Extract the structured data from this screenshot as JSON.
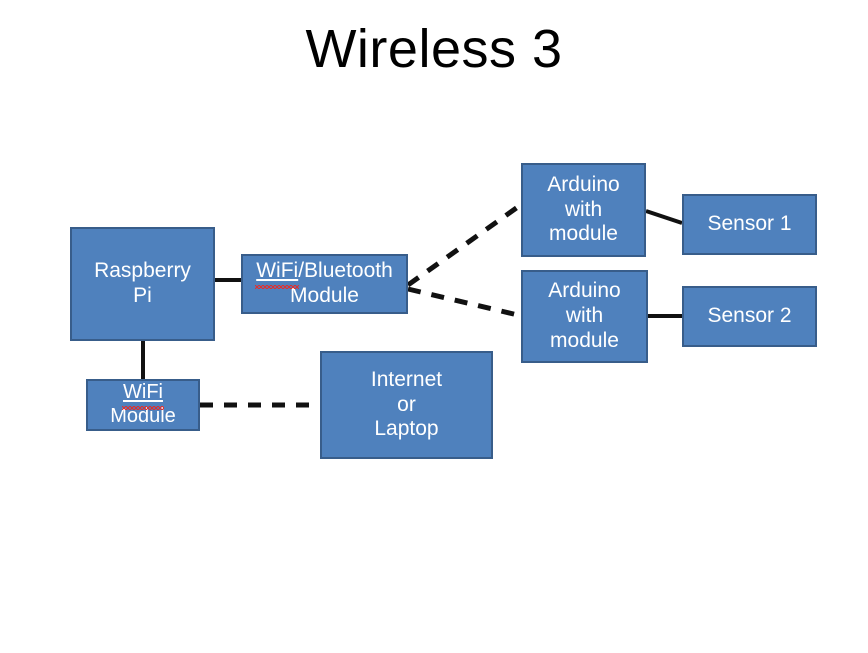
{
  "slide": {
    "title": "Wireless 3",
    "background_color": "#FFFFFF",
    "node_fill_color": "#4F81BD",
    "node_border_color": "#385D8A",
    "node_text_color": "#FFFFFF",
    "connector_color": "#111111",
    "spellcheck_color": "#E03030"
  },
  "nodes": {
    "raspberry_pi": {
      "label": "Raspberry\nPi"
    },
    "wifi_bluetooth_module": {
      "label_part1": "WiFi",
      "label_part2": "/Bluetooth\nModule"
    },
    "wifi_module": {
      "label_part1": "WiFi",
      "label_part2": "\nModule"
    },
    "internet_or_laptop": {
      "label": "Internet\nor\nLaptop"
    },
    "arduino_1": {
      "label": "Arduino\nwith\nmodule"
    },
    "arduino_2": {
      "label": "Arduino\nwith\nmodule"
    },
    "sensor_1": {
      "label": "Sensor 1"
    },
    "sensor_2": {
      "label": "Sensor 2"
    }
  },
  "connectors": [
    {
      "name": "raspberry-pi-to-wifi-bluetooth",
      "style": "solid"
    },
    {
      "name": "raspberry-pi-to-wifi-module",
      "style": "solid"
    },
    {
      "name": "wifi-module-to-internet-or-laptop",
      "style": "dashed"
    },
    {
      "name": "wifi-bluetooth-to-arduino-1",
      "style": "dashed"
    },
    {
      "name": "wifi-bluetooth-to-arduino-2",
      "style": "dashed"
    },
    {
      "name": "arduino-1-to-sensor-1",
      "style": "solid"
    },
    {
      "name": "arduino-2-to-sensor-2",
      "style": "solid"
    }
  ]
}
